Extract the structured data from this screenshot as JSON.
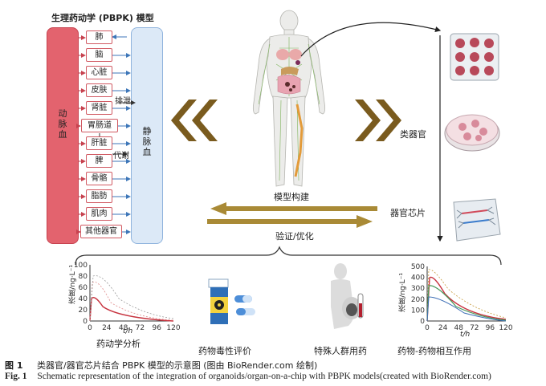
{
  "pbpk": {
    "title": "生理药动学 (PBPK) 模型",
    "artery_label": "动脉血",
    "vein_label": "静脉血",
    "organs": [
      "肺",
      "脑",
      "心脏",
      "皮肤",
      "肾脏",
      "胃肠道",
      "肝脏",
      "脾",
      "骨骼",
      "脂肪",
      "肌肉",
      "其他器官"
    ],
    "excretion_label": "排泄",
    "metabolism_label": "代谢"
  },
  "right": {
    "organoid_label": "类器官",
    "chip_label": "器官芯片"
  },
  "arrows": {
    "build_label": "模型构建",
    "validate_label": "验证/优化"
  },
  "bottom": {
    "app1": "药动学分析",
    "app2": "药物毒性评价",
    "app3": "特殊人群用药",
    "app4": "药物-药物相互作用",
    "chart1": {
      "ylabel": "浓度/ng·L⁻¹",
      "xlabel": "t/h",
      "yticks": [
        "100",
        "80",
        "60",
        "40",
        "20",
        "0"
      ],
      "xticks": [
        "0",
        "24",
        "48",
        "72",
        "96",
        "120"
      ]
    },
    "chart2": {
      "ylabel": "浓度/ng·L⁻¹",
      "xlabel": "t/h",
      "yticks": [
        "500",
        "400",
        "300",
        "200",
        "100",
        "0"
      ],
      "xticks": [
        "0",
        "24",
        "48",
        "72",
        "96",
        "120"
      ]
    }
  },
  "caption": {
    "cn_label": "图 1",
    "cn_text": "类器官/器官芯片结合 PBPK 模型的示意图 (图由 BioRender.com 绘制)",
    "en_label": "Fig. 1",
    "en_text": "Schematic representation of the integration of organoids/organ-on-a-chip with PBPK models(created with BioRender.com)"
  },
  "colors": {
    "artery": "#e3636e",
    "vein": "#dce9f7",
    "arrow_gold": "#a98a36",
    "chevron": "#7a5b1e"
  }
}
